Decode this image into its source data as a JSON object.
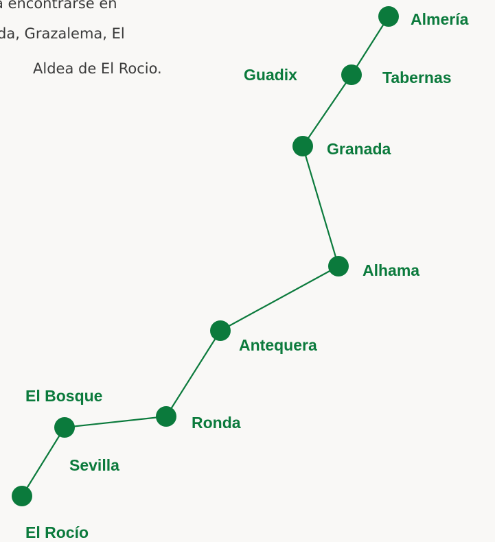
{
  "intro_text": [
    "a encontrarse en",
    "da, Grazalema, El",
    "Aldea de El Rocio."
  ],
  "colors": {
    "route": "#0b7a3c",
    "label": "#0b7a3c",
    "text": "#3a3a3a",
    "background": "#f9f8f6"
  },
  "route": {
    "stops": [
      {
        "id": "almeria",
        "name": "Almería",
        "label": "Almería"
      },
      {
        "id": "tabernas",
        "name": "Tabernas",
        "label": "Tabernas"
      },
      {
        "id": "granada",
        "name": "Granada",
        "label": "Granada"
      },
      {
        "id": "alhama",
        "name": "Alhama",
        "label": "Alhama"
      },
      {
        "id": "antequera",
        "name": "Antequera",
        "label": "Antequera"
      },
      {
        "id": "ronda",
        "name": "Ronda",
        "label": "Ronda"
      },
      {
        "id": "el-bosque",
        "name": "El Bosque",
        "label": "Sevilla"
      },
      {
        "id": "el-rocio",
        "name": "El Rocío",
        "label": "El Rocío"
      }
    ],
    "extra_labels": [
      {
        "id": "guadix",
        "text": "Guadix"
      },
      {
        "id": "el-bosque-top",
        "text": "El Bosque"
      }
    ]
  }
}
